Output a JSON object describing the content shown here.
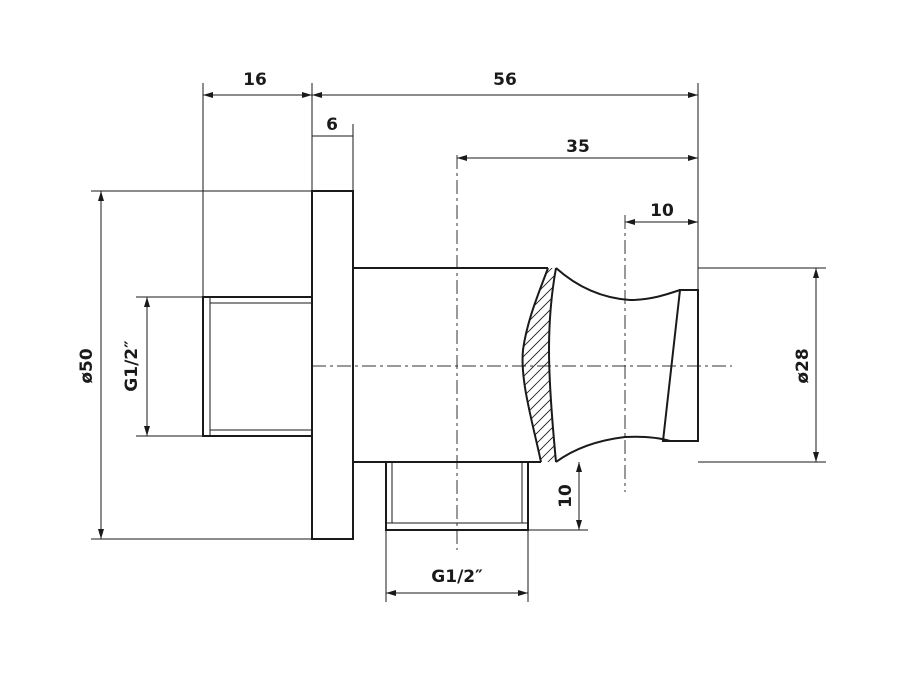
{
  "dimensions": {
    "thread_length": "16",
    "total_length": "56",
    "flange_thickness": "6",
    "outlet_position": "35",
    "end_length": "10",
    "flange_diameter": "ø50",
    "inlet_thread": "G1/2″",
    "body_diameter": "ø28",
    "outlet_height": "10",
    "outlet_thread": "G1/2″"
  }
}
